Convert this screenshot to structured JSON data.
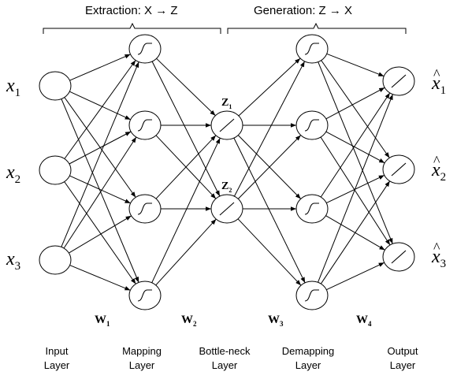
{
  "brackets": {
    "extraction": "Extraction: X → Z",
    "generation": "Generation: Z → X"
  },
  "layers": {
    "input": [
      "Input",
      "Layer"
    ],
    "mapping": [
      "Mapping",
      "Layer"
    ],
    "bottleneck": [
      "Bottle-neck",
      "Layer"
    ],
    "demapping": [
      "Demapping",
      "Layer"
    ],
    "output": [
      "Output",
      "Layer"
    ]
  },
  "weights": [
    {
      "base": "W",
      "sub": "1"
    },
    {
      "base": "W",
      "sub": "2"
    },
    {
      "base": "W",
      "sub": "3"
    },
    {
      "base": "W",
      "sub": "4"
    }
  ],
  "inputs": [
    {
      "base": "x",
      "sub": "1"
    },
    {
      "base": "x",
      "sub": "2"
    },
    {
      "base": "x",
      "sub": "3"
    }
  ],
  "bottleneck_vars": [
    {
      "base": "Z",
      "sub": "1"
    },
    {
      "base": "Z",
      "sub": "2"
    }
  ],
  "outputs": [
    {
      "base": "x",
      "hat": "^",
      "sub": "1"
    },
    {
      "base": "x",
      "hat": "^",
      "sub": "2"
    },
    {
      "base": "x",
      "hat": "^",
      "sub": "3"
    }
  ],
  "node_types": {
    "input": "empty",
    "mapping": "sigmoid",
    "bottleneck": "linear",
    "demapping": "sigmoid",
    "output": "linear"
  }
}
